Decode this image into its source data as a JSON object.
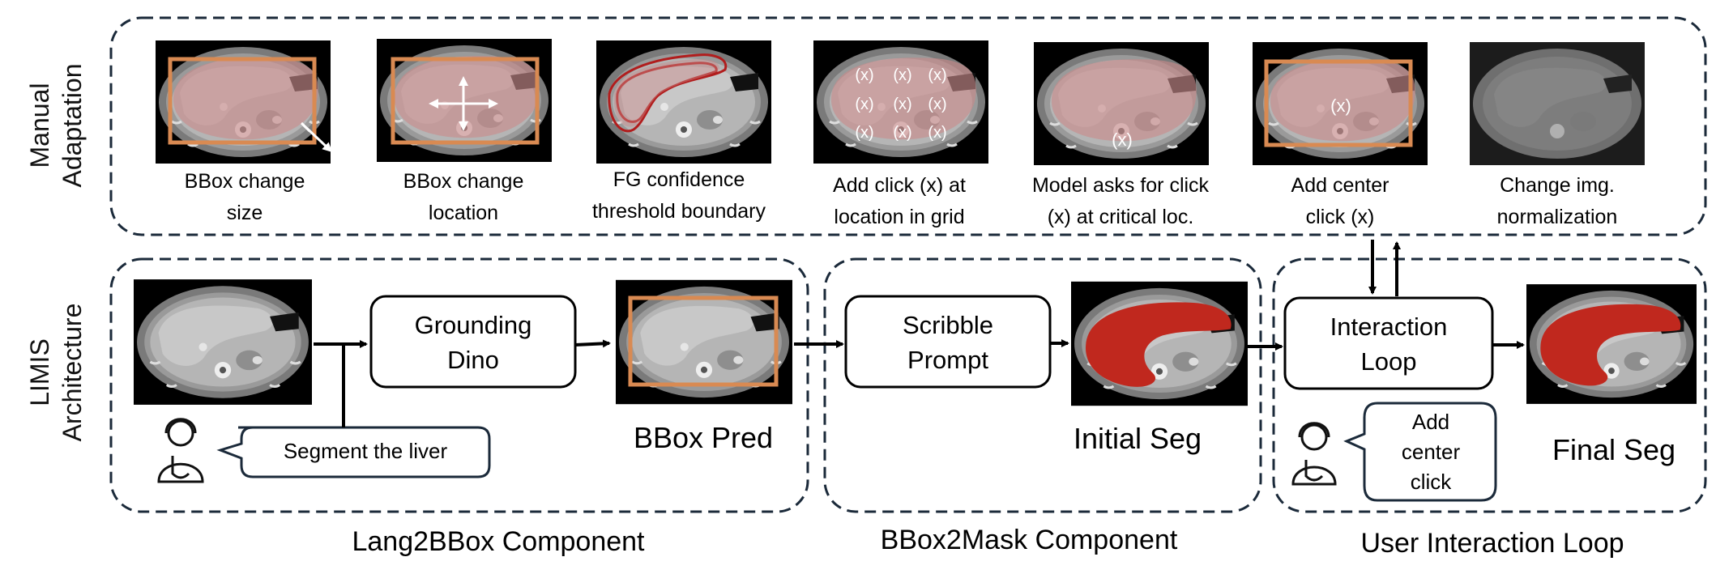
{
  "row_labels": {
    "manual": [
      "Manual",
      "Adaptation"
    ],
    "limis": [
      "LIMIS",
      "Architecture"
    ]
  },
  "manual_items": [
    {
      "caption": [
        "BBox change",
        "size"
      ],
      "overlay": "bbox-resize"
    },
    {
      "caption": [
        "BBox change",
        "location"
      ],
      "overlay": "bbox-move"
    },
    {
      "caption": [
        "FG confidence",
        "threshold boundary"
      ],
      "overlay": "threshold"
    },
    {
      "caption": [
        "Add click (x) at",
        "location in grid"
      ],
      "overlay": "grid-clicks"
    },
    {
      "caption": [
        "Model asks for click",
        "(x) at critical loc."
      ],
      "overlay": "critical-click"
    },
    {
      "caption": [
        "Add center",
        "click (x)"
      ],
      "overlay": "center-click"
    },
    {
      "caption": [
        "Change img.",
        "normalization"
      ],
      "overlay": "normalization"
    }
  ],
  "click_mark": "(x)",
  "components": {
    "lang2bbox": {
      "title": "Lang2BBox Component",
      "model_box": [
        "Grounding",
        "Dino"
      ],
      "speech": "Segment the liver",
      "output_label": "BBox Pred"
    },
    "bbox2mask": {
      "title": "BBox2Mask Component",
      "model_box": [
        "Scribble",
        "Prompt"
      ],
      "output_label": "Initial Seg"
    },
    "interaction": {
      "title": "User Interaction Loop",
      "model_box": [
        "Interaction",
        "Loop"
      ],
      "speech": [
        "Add",
        "center",
        "click"
      ],
      "output_label": "Final Seg"
    }
  },
  "colors": {
    "dashed_border": "#1b2a3a",
    "bbox_orange": "#d98a52",
    "liver_pink": "#c98a8a",
    "liver_red": "#c0281e",
    "ct_black": "#000000"
  }
}
